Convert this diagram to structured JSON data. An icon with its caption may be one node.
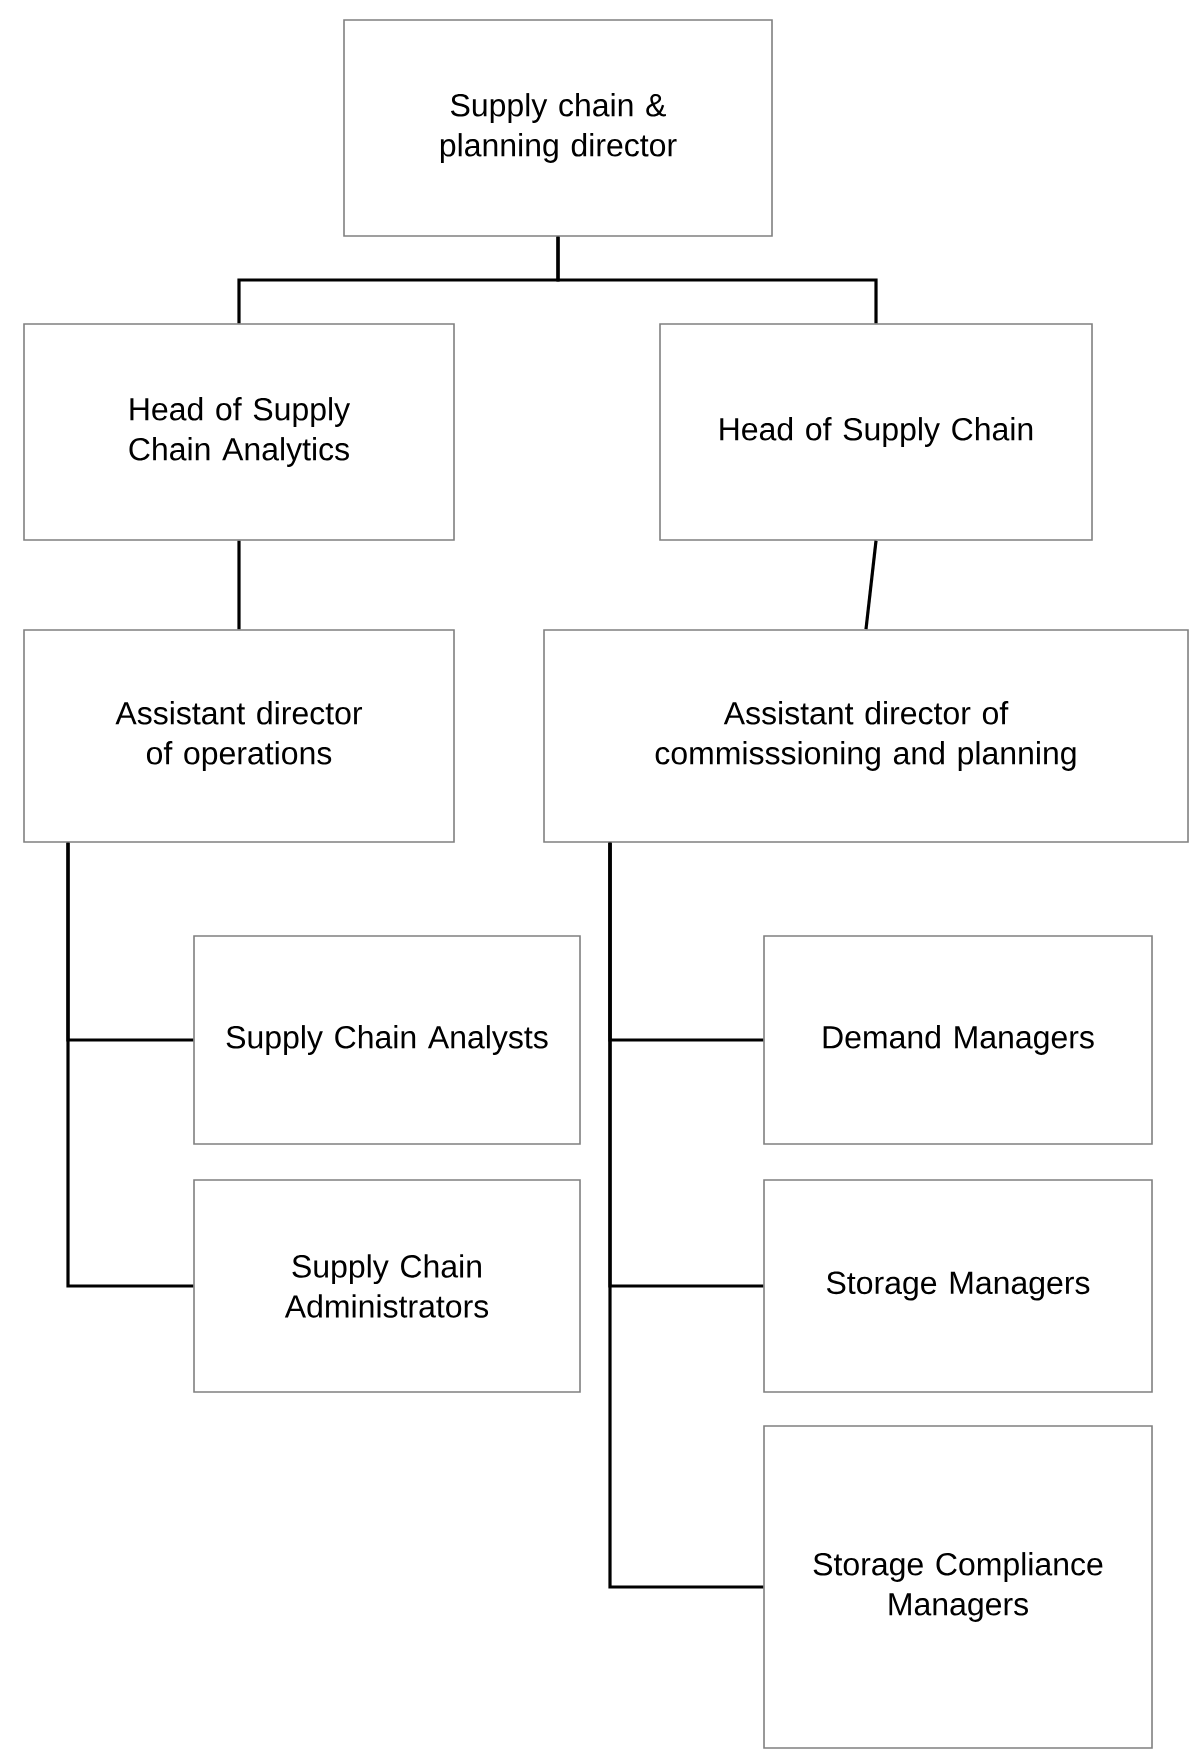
{
  "diagram": {
    "nodes": [
      {
        "text": [
          "Supply chain & planning director"
        ]
      },
      {
        "text": [
          "Head of Supply Chain Analytics"
        ]
      },
      {
        "text": [
          "Head of Supply Chain"
        ]
      },
      {
        "text": [
          "Assistant director of operations"
        ]
      },
      {
        "text": [
          "Assistant director of commisssioning and planning"
        ]
      },
      {
        "text": [
          "Supply Chain Analysts"
        ]
      },
      {
        "text": [
          "Supply Chain Administrators"
        ]
      },
      {
        "text": [
          "Demand Managers"
        ]
      },
      {
        "text": [
          "Storage Managers"
        ]
      },
      {
        "text": [
          "Storage Compliance Managers"
        ]
      }
    ],
    "edges": [
      {
        "from": 0,
        "to": 1,
        "arrow": "none"
      },
      {
        "from": 0,
        "to": 2,
        "arrow": "none"
      },
      {
        "from": 1,
        "to": 3,
        "arrow": "none"
      },
      {
        "from": 2,
        "to": 4,
        "arrow": "none"
      },
      {
        "from": 3,
        "to": 5,
        "arrow": "none"
      },
      {
        "from": 3,
        "to": 6,
        "arrow": "none"
      },
      {
        "from": 4,
        "to": 7,
        "arrow": "none"
      },
      {
        "from": 4,
        "to": 8,
        "arrow": "none"
      },
      {
        "from": 4,
        "to": 9,
        "arrow": "none"
      }
    ]
  }
}
